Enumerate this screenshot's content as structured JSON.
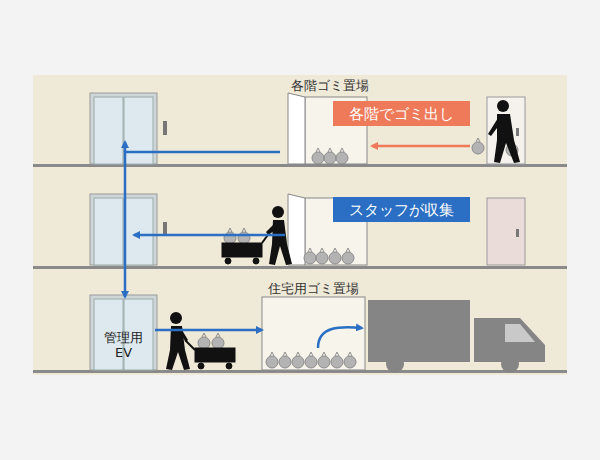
{
  "diagram": {
    "nodes": [
      {
        "text": [
          "各階ゴミ置場"
        ]
      },
      {
        "text": [
          "各階でゴミ出し"
        ]
      },
      {
        "text": [
          "スタッフが収集"
        ]
      },
      {
        "text": [
          "住宅用ゴミ置場"
        ]
      },
      {
        "text": [
          "管理用 EV"
        ]
      }
    ],
    "edges": [
      {
        "from": 0,
        "to": 4,
        "arrow": "to"
      },
      {
        "from": 4,
        "to": 3,
        "arrow": "to"
      }
    ]
  }
}
